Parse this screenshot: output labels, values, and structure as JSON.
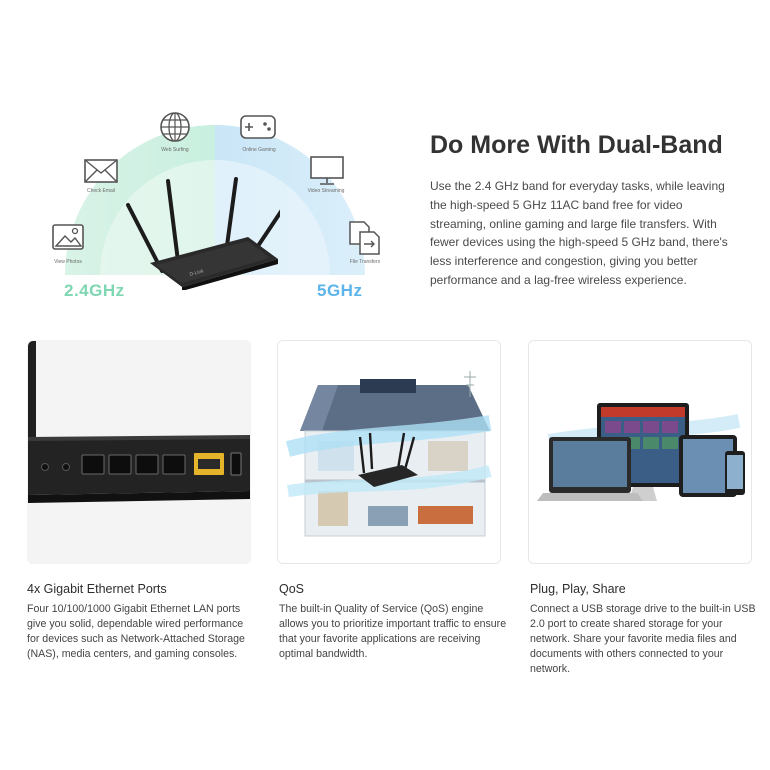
{
  "hero": {
    "band_24_label": "2.4GHz",
    "band_5_label": "5GHz",
    "features": [
      {
        "icon": "photo-icon",
        "caption": "View Photos"
      },
      {
        "icon": "mail-icon",
        "caption": "Check Email"
      },
      {
        "icon": "globe-icon",
        "caption": "Web Surfing"
      },
      {
        "icon": "gamepad-icon",
        "caption": "Online Gaming"
      },
      {
        "icon": "monitor-icon",
        "caption": "Video Streaming"
      },
      {
        "icon": "file-transfer-icon",
        "caption": "File Transfers"
      }
    ],
    "router_brand": "D-Link",
    "colors": {
      "band_24": "#7ed6b2",
      "band_5": "#5bb4ea"
    }
  },
  "dual_band": {
    "title": "Do More With Dual-Band",
    "body": "Use the 2.4 GHz band for everyday tasks, while leaving the high-speed 5 GHz 11AC band free for video streaming, online gaming and large file transfers. With fewer devices using the high-speed 5 GHz band, there's less interference and congestion, giving you better performance and a lag-free wireless experience."
  },
  "features": [
    {
      "title": "4x Gigabit Ethernet Ports",
      "body": "Four 10/100/1000 Gigabit Ethernet LAN ports give you solid, dependable wired performance for devices such as Network-Attached Storage (NAS), media centers, and gaming consoles."
    },
    {
      "title": "QoS",
      "body": "The built-in Quality of Service (QoS) engine allows you to prioritize important traffic to ensure that your favorite applications are receiving optimal bandwidth."
    },
    {
      "title": "Plug, Play, Share",
      "body": "Connect a USB storage drive to the built-in USB 2.0 port to create shared storage for your network. Share your favorite media files and documents with others connected to your network."
    }
  ]
}
